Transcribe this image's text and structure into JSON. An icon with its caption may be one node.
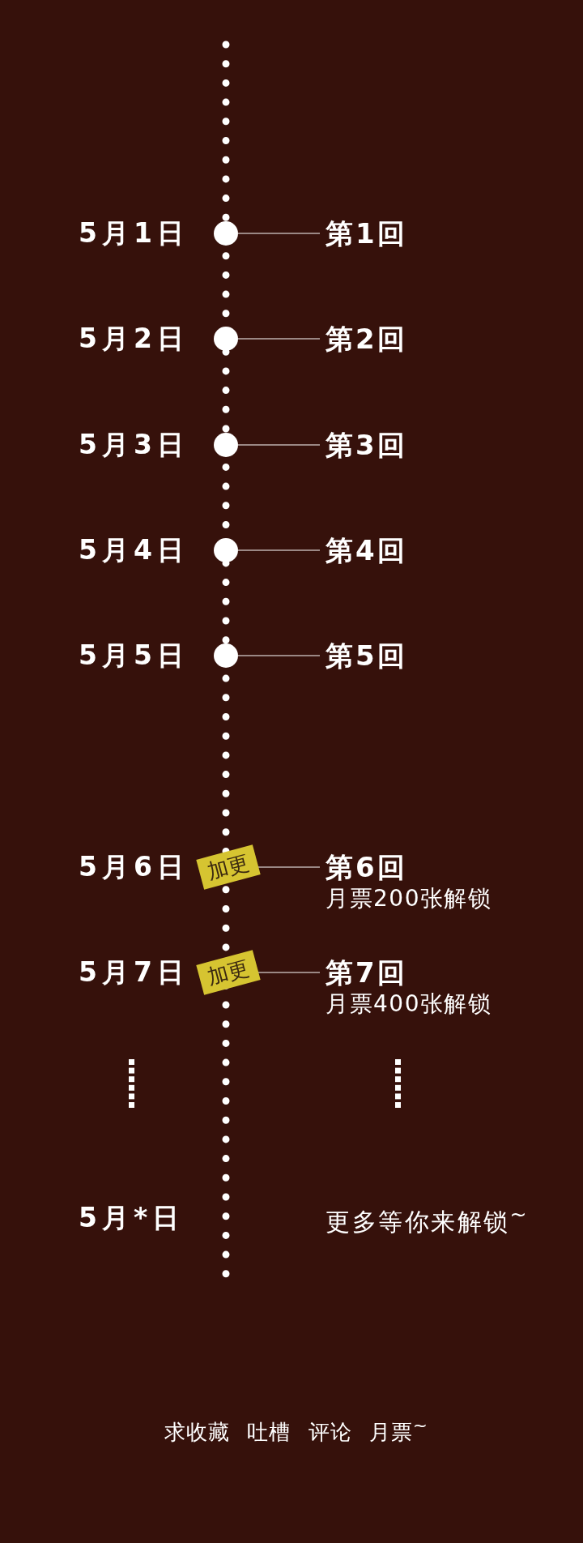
{
  "diagram": {
    "nodes": [
      {
        "text": [],
        "shape": "circle",
        "beside": [
          "5月1日"
        ]
      },
      {
        "text": [
          "第1回"
        ]
      },
      {
        "text": [],
        "shape": "circle",
        "beside": [
          "5月2日"
        ]
      },
      {
        "text": [
          "第2回"
        ]
      },
      {
        "text": [],
        "shape": "circle",
        "beside": [
          "5月3日"
        ]
      },
      {
        "text": [
          "第3回"
        ]
      },
      {
        "text": [],
        "shape": "circle",
        "beside": [
          "5月4日"
        ]
      },
      {
        "text": [
          "第4回"
        ]
      },
      {
        "text": [],
        "shape": "circle",
        "beside": [
          "5月5日"
        ]
      },
      {
        "text": [
          "第5回"
        ]
      },
      {
        "text": [
          "加更"
        ],
        "beside": [
          "5月6日"
        ]
      },
      {
        "text": [
          "第6回",
          "月票200张解锁"
        ]
      },
      {
        "text": [
          "加更"
        ],
        "beside": [
          "5月7日"
        ]
      },
      {
        "text": [
          "第7回",
          "月票400张解锁"
        ]
      }
    ],
    "edges": [
      {
        "from": 0,
        "to": 1,
        "arrow": "none"
      },
      {
        "from": 2,
        "to": 3,
        "arrow": "none"
      },
      {
        "from": 4,
        "to": 5,
        "arrow": "none"
      },
      {
        "from": 6,
        "to": 7,
        "arrow": "none"
      },
      {
        "from": 8,
        "to": 9,
        "arrow": "none"
      },
      {
        "from": 10,
        "to": 11,
        "arrow": "none"
      },
      {
        "from": 12,
        "to": 13,
        "arrow": "none"
      }
    ],
    "labels": [
      "5月*日",
      "更多等你来解锁$^{~}$",
      "求收藏 吐槽 评论 月票$^{~}$"
    ]
  }
}
